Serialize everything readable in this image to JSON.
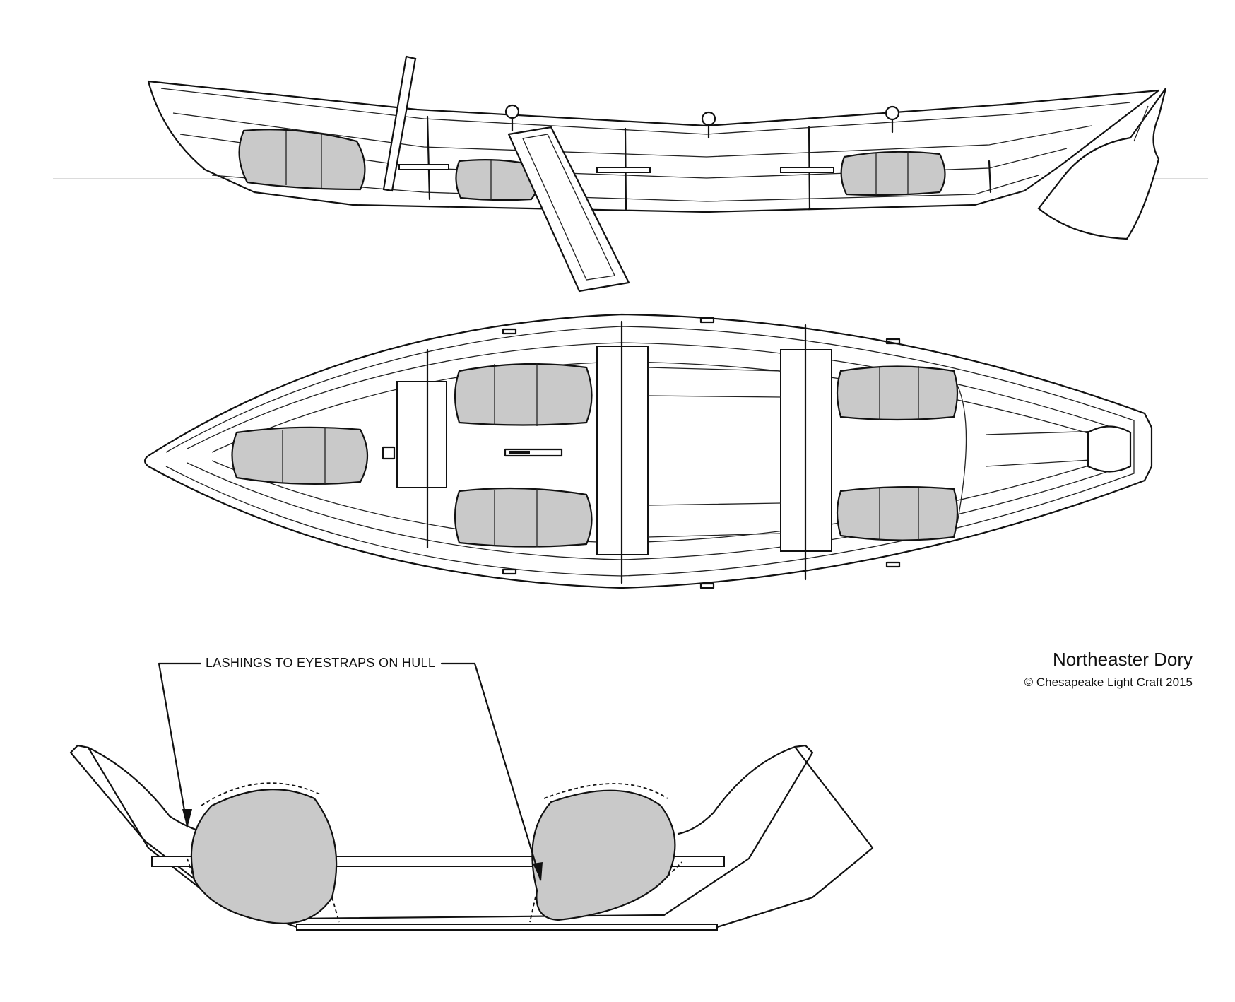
{
  "title": "Northeaster Dory",
  "copyright": "© Chesapeake Light Craft 2015",
  "annotation": "LASHINGS TO EYESTRAPS ON HULL",
  "views": {
    "side_profile": {
      "flotation_bags": 3,
      "oar": true,
      "rudder": true
    },
    "plan_view": {
      "flotation_bags": 5,
      "thwarts": 3
    },
    "section_view": {
      "flotation_bags": 2
    }
  },
  "colors": {
    "line": "#111111",
    "bag_fill": "#c9c9c9",
    "background": "#ffffff"
  }
}
